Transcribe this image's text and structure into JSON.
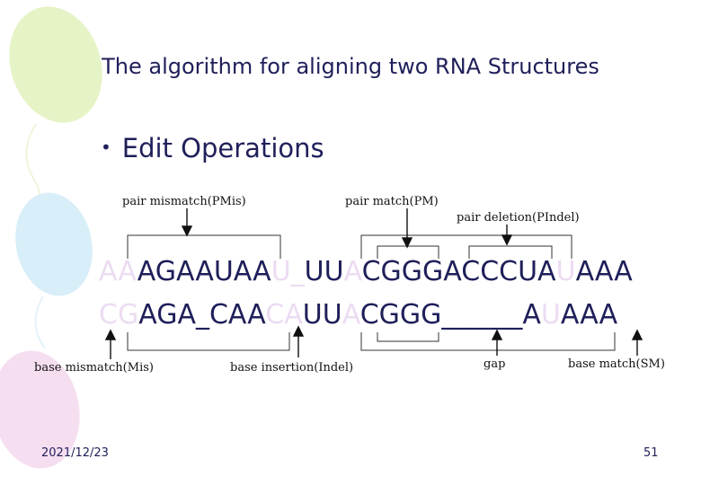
{
  "slide": {
    "title": "The algorithm for aligning two RNA Structures",
    "bullet_glyph": "•",
    "bullet_text": "Edit Operations"
  },
  "labels": {
    "pair_mismatch": "pair mismatch(PMis)",
    "pair_match": "pair match(PM)",
    "pair_deletion": "pair deletion(PIndel)",
    "base_mismatch": "base mismatch(Mis)",
    "base_insertion": "base insertion(Indel)",
    "gap": "gap",
    "base_match": "base match(SM)"
  },
  "sequences": {
    "top": [
      {
        "t": "AA",
        "faded": true
      },
      {
        "t": "AGAAUAA",
        "faded": false
      },
      {
        "t": "U_",
        "faded": true
      },
      {
        "t": "UU",
        "faded": false
      },
      {
        "t": "A",
        "faded": true
      },
      {
        "t": "CGGGACCCUA",
        "faded": false
      },
      {
        "t": "U",
        "faded": true
      },
      {
        "t": "AAA",
        "faded": false
      }
    ],
    "bottom": [
      {
        "t": "CG",
        "faded": true
      },
      {
        "t": "AGA_CAA",
        "faded": false
      },
      {
        "t": "CA",
        "faded": true
      },
      {
        "t": "UU",
        "faded": false
      },
      {
        "t": "A",
        "faded": true
      },
      {
        "t": "CGGG______A",
        "faded": false
      },
      {
        "t": "U",
        "faded": true
      },
      {
        "t": "AAA",
        "faded": false
      }
    ]
  },
  "footer": {
    "date": "2021/12/23",
    "page": "51"
  },
  "colors": {
    "text": "#1f1f5a",
    "faded_letters": "#ecdcf2",
    "balloon_green": "#e6f3c6",
    "balloon_blue": "#d8eef8",
    "balloon_pink": "#f6def1"
  }
}
